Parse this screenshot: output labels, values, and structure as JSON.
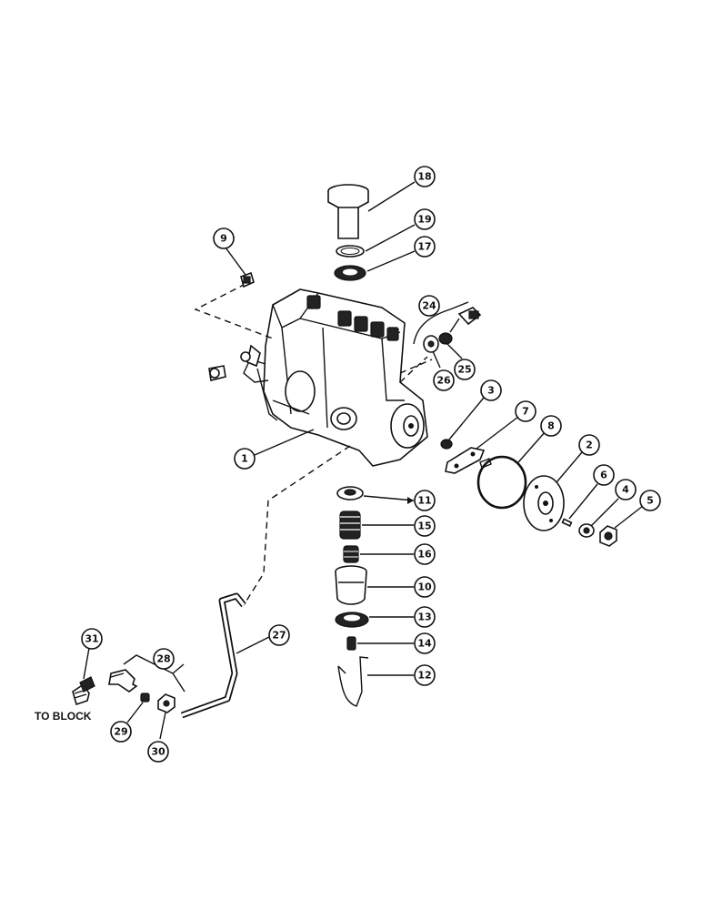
{
  "callouts": [
    {
      "num": "1"
    },
    {
      "num": "2"
    },
    {
      "num": "3"
    },
    {
      "num": "4"
    },
    {
      "num": "5"
    },
    {
      "num": "6"
    },
    {
      "num": "7"
    },
    {
      "num": "8"
    },
    {
      "num": "9"
    },
    {
      "num": "10"
    },
    {
      "num": "11"
    },
    {
      "num": "12"
    },
    {
      "num": "13"
    },
    {
      "num": "14"
    },
    {
      "num": "15"
    },
    {
      "num": "16"
    },
    {
      "num": "17"
    },
    {
      "num": "18"
    },
    {
      "num": "19"
    },
    {
      "num": "24"
    },
    {
      "num": "25"
    },
    {
      "num": "26"
    },
    {
      "num": "27"
    },
    {
      "num": "28"
    },
    {
      "num": "29"
    },
    {
      "num": "30"
    },
    {
      "num": "31"
    }
  ],
  "captions": {
    "to_block": "TO BLOCK"
  }
}
